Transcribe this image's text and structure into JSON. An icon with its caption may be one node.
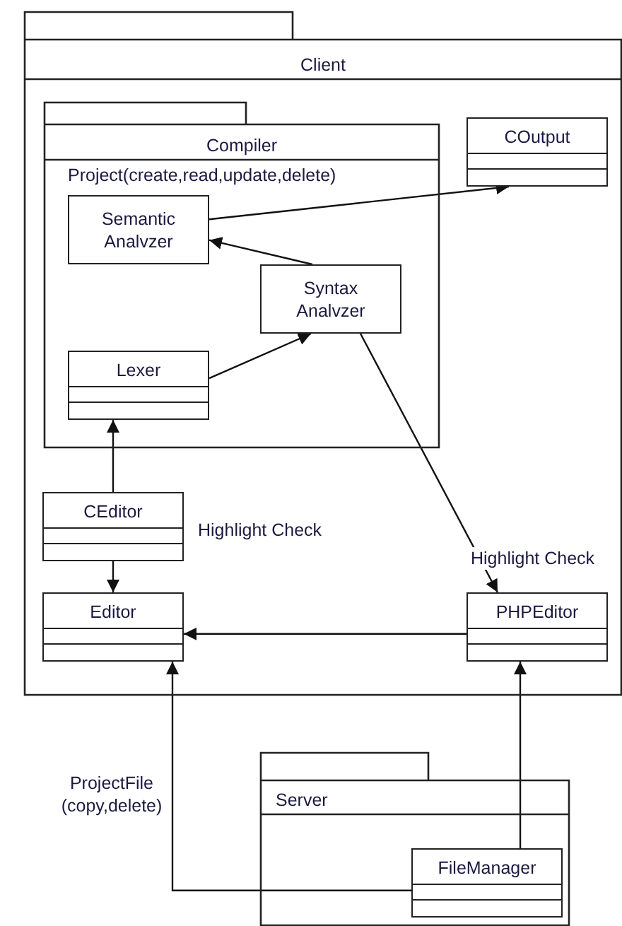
{
  "diagram": {
    "nodes": [
      {
        "text": [
          "Client"
        ]
      },
      {
        "text": [
          "Compiler",
          "Project(create,read,update,delete)"
        ],
        "in": 0
      },
      {
        "text": [
          "Semantic Analvzer"
        ],
        "in": 1
      },
      {
        "text": [
          "Syntax Analvzer"
        ],
        "in": 1
      },
      {
        "text": [
          "Lexer"
        ],
        "in": 1
      },
      {
        "text": [
          "COutput"
        ],
        "in": 0
      },
      {
        "text": [
          "CEditor"
        ],
        "in": 0,
        "beside": [
          "Highlight Check"
        ]
      },
      {
        "text": [
          "Editor"
        ],
        "in": 0
      },
      {
        "text": [
          "PHPEditor"
        ],
        "in": 0
      },
      {
        "text": [
          "Server"
        ]
      },
      {
        "text": [
          "FileManager"
        ],
        "in": 9
      }
    ],
    "edges": [
      {
        "from": 2,
        "to": 5,
        "arrow": "to"
      },
      {
        "from": 3,
        "to": 2,
        "arrow": "to"
      },
      {
        "from": 4,
        "to": 3,
        "arrow": "to"
      },
      {
        "from": 6,
        "to": 4,
        "arrow": "to"
      },
      {
        "from": 6,
        "to": 7,
        "arrow": "to"
      },
      {
        "from": 3,
        "to": 8,
        "arrow": "to",
        "label": "Highlight Check"
      },
      {
        "from": 8,
        "to": 7,
        "arrow": "to"
      },
      {
        "from": 10,
        "to": 7,
        "arrow": "to",
        "label": "ProjectFile (copy,delete)"
      },
      {
        "from": 10,
        "to": 8,
        "arrow": "to"
      }
    ]
  }
}
